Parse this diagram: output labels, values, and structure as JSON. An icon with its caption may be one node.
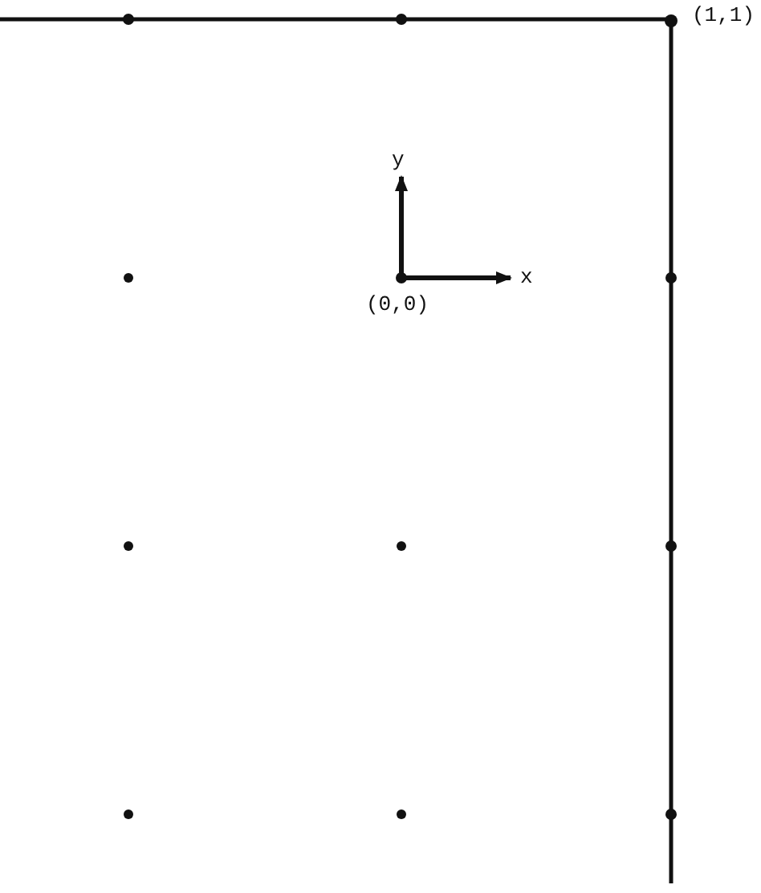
{
  "diagram": {
    "labels": [
      "(1,1)",
      "y",
      "x",
      "(0,0)"
    ]
  }
}
